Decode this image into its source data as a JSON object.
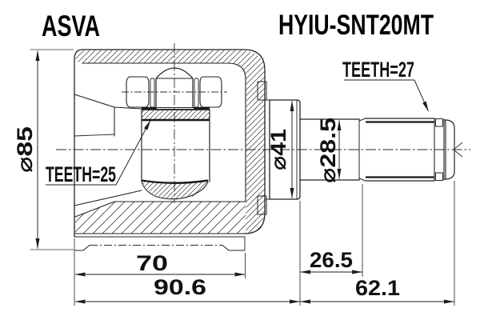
{
  "header": {
    "brand": "ASVA",
    "part_number": "HYIU-SNT20MT"
  },
  "labels": {
    "housing_spline_teeth": "TEETH=25",
    "shaft_spline_teeth": "TEETH=27"
  },
  "dimensions": {
    "housing_outer_diameter": "⌀85",
    "collar_diameter": "⌀41",
    "shaft_diameter": "⌀28.5",
    "housing_length": "70",
    "housing_overall_length": "90.6",
    "shaft_plain_length": "26.5",
    "shaft_overall_length": "62.1"
  },
  "colors": {
    "line": "#222222",
    "text": "#111111",
    "background": "#ffffff"
  }
}
